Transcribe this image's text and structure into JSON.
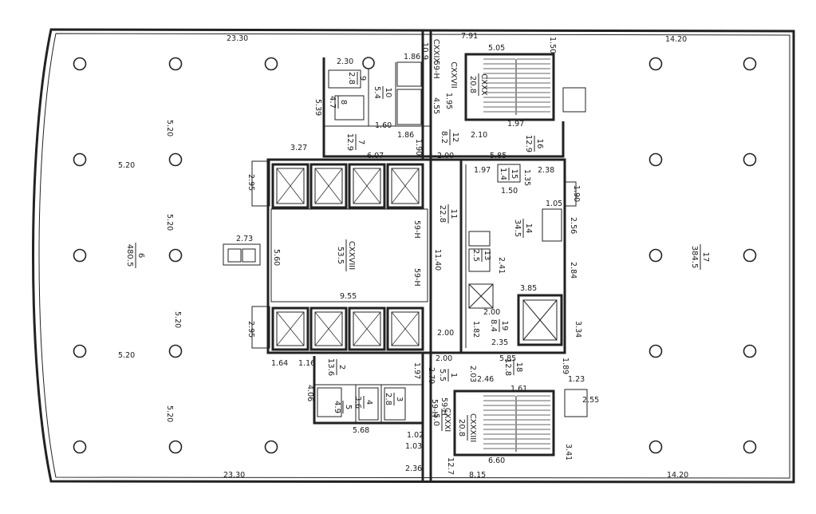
{
  "dimensions": {
    "top_left_width": "23.30",
    "top_right_width": "14.20",
    "bottom_left_width": "23.30",
    "bottom_right_width": "14.20",
    "bay_a": "5.20",
    "bay_b": "5.20",
    "bay_c": "5.20",
    "bay_d": "5.20",
    "bay_e": "5.20",
    "bay_f": "5.20",
    "core_top_7_91": "7.91",
    "stair_top_5_05": "5.05",
    "d_1_50_top": "1.50",
    "d_2_30": "2.30",
    "d_1_86_top": "1.86",
    "d_5_39": "5.39",
    "d_1_60": "1.60",
    "d_1_86_mid": "1.86",
    "d_1_90_v": "1.90",
    "d_4_55": "4.55",
    "d_1_95": "1.95",
    "d_2_10": "2.10",
    "d_1_97_top": "1.97",
    "d_3_27": "3.27",
    "d_6_07": "6.07",
    "d_2_00_top": "2.00",
    "d_5_85_top": "5.85",
    "d_1_97_hall": "1.97",
    "d_1_35": "1.35",
    "d_2_38": "2.38",
    "d_1_50_hall": "1.50",
    "d_1_90_right": "1.90",
    "d_2_95_top": "2.95",
    "d_1_05": "1.05",
    "d_2_56": "2.56",
    "d_2_73": "2.73",
    "d_5_60": "5.60",
    "d_11_40": "11.40",
    "d_2_41": "2.41",
    "d_2_84": "2.84",
    "d_9_55": "9.55",
    "d_3_85": "3.85",
    "d_2_00_mid": "2.00",
    "d_1_82": "1.82",
    "d_3_34": "3.34",
    "d_2_95_bot": "2.95",
    "d_2_00_low": "2.00",
    "d_2_35": "2.35",
    "d_1_64": "1.64",
    "d_1_16": "1.16",
    "d_2_00_bot": "2.00",
    "d_5_85_bot": "5.85",
    "d_1_97_bot": "1.97",
    "d_2_79": "2.79",
    "d_2_03": "2.03",
    "d_1_89": "1.89",
    "d_2_46": "2.46",
    "d_1_61": "1.61",
    "d_1_23": "1.23",
    "d_4_06": "4.06",
    "d_2_55": "2.55",
    "d_5_68": "5.68",
    "d_1_02": "1.02",
    "d_1_03": "1.03",
    "d_3_41": "3.41",
    "d_6_60": "6.60",
    "d_2_36": "2.36",
    "d_8_15": "8.15"
  },
  "rooms": {
    "r6_num": "6",
    "r6_area": "480.5",
    "r17_num": "17",
    "r17_area": "384.5",
    "rCXXVIII_num": "CXXVIII",
    "rCXXVIII_area": "53.5",
    "r11_num": "11",
    "r11_area": "22.8",
    "r14_num": "14",
    "r14_area": "34.5",
    "r13_num": "13",
    "r13_area": "2.5",
    "r19_num": "19",
    "r19_area": "8.4",
    "r15_num": "15",
    "r15_area": "1.4",
    "r16_num": "16",
    "r16_area": "12.9",
    "r12_num": "12",
    "r12_area": "8.2",
    "r7_num": "7",
    "r7_area": "12.9",
    "r8_num": "8",
    "r8_area": "4.7",
    "r9_num": "9",
    "r9_area": "2.8",
    "r10_num": "10",
    "r10_area": "5.4",
    "r1_num": "1",
    "r1_area": "5.5",
    "r2_num": "2",
    "r2_area": "13.6",
    "r3_num": "3",
    "r3_area": "2.8",
    "r4_num": "4",
    "r4_area": "3.6",
    "r5_num": "5",
    "r5_area": "4.9",
    "r18_num": "18",
    "r18_area": "12.8",
    "rCXXX_num": "CXXX",
    "rCXXX_area": "20.8",
    "rCXXIX_num": "CXXIX",
    "rCXXIX_area": "10.9",
    "rCXXVII_num": "CXXVII",
    "rCXXVII_area": "12.7",
    "rCXXXI_num": "CXXXI",
    "rCXXXI_area": "5.0",
    "rCXXXIII_num": "CXXXIII",
    "rCXXXIII_area": "20.8"
  },
  "tags": {
    "t1": "59-H",
    "t2": "59-H",
    "t3": "59-H",
    "t4": "59-H",
    "t5": "59-H"
  }
}
